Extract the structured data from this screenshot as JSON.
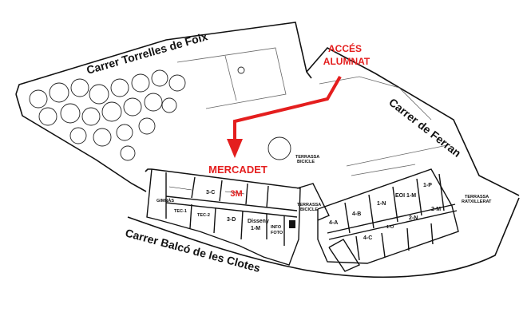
{
  "streets": {
    "top": "Carrer Torrelles de Foix",
    "right": "Carrer de Ferran",
    "bottom": "Carrer Balcó de les Clotes"
  },
  "access": {
    "line1": "ACCÉS",
    "line2": "ALUMNAT"
  },
  "building": "MERCADET",
  "highlight_room": "3M",
  "terraces": {
    "bicycle": [
      "TERRASSA",
      "BICICLE"
    ],
    "ratxillerat": [
      "TERRASSA",
      "RATXILLERAT"
    ],
    "left_small": [
      "TERRASSA",
      "BICICLE"
    ]
  },
  "rooms": {
    "gimnas": "GIMNÀS",
    "tec1": "TEC-1",
    "tec2": "TEC-2",
    "r3c": "3-C",
    "r3d": "3-D",
    "disseny": "Disseny",
    "disseny2": "1-M",
    "info": "INFO",
    "info2": "FOTO",
    "r4a": "4-A",
    "r4b": "4-B",
    "r4c": "4-C",
    "r1n": "1-N",
    "eoi": "EOI 1-M",
    "r1p": "1-P",
    "r2n": "2-N",
    "r2m": "2-M",
    "r1o": "1-O"
  },
  "colors": {
    "accent": "#e41e1e",
    "ink": "#111111"
  }
}
